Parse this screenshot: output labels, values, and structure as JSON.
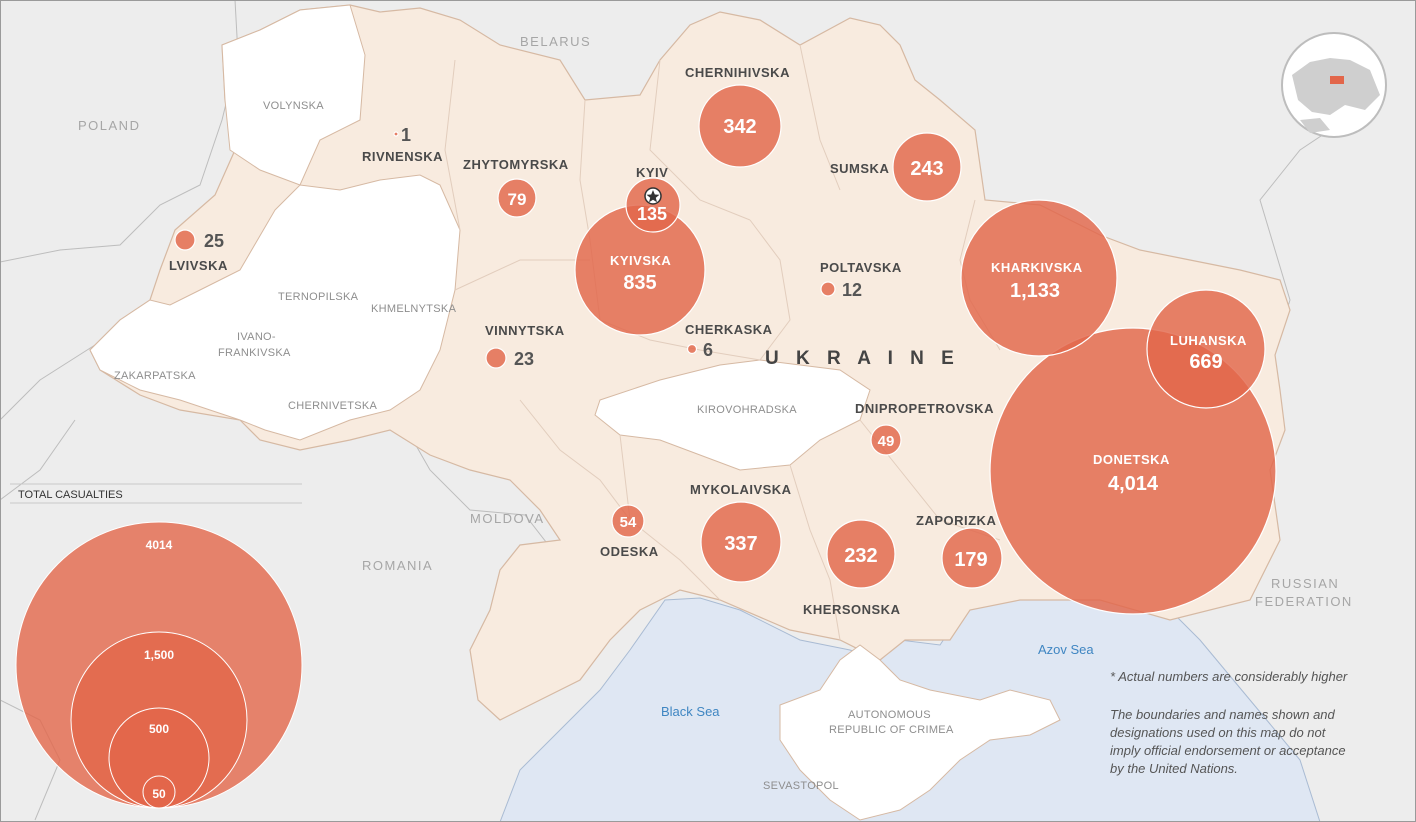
{
  "map": {
    "country_name": "U K R A I N E",
    "neighbors": {
      "belarus": "BELARUS",
      "poland": "POLAND",
      "moldova": "MOLDOVA",
      "romania": "ROMANIA",
      "russia_line1": "RUSSIAN",
      "russia_line2": "FEDERATION"
    },
    "seas": {
      "black": "Black Sea",
      "azov": "Azov Sea"
    },
    "regions": {
      "volynska": "VOLYNSKA",
      "rivnenska": "RIVNENSKA",
      "zhytomyrska": "ZHYTOMYRSKA",
      "kyiv": "KYIV",
      "kyivska": "KYIVSKA",
      "chernihivska": "CHERNIHIVSKA",
      "sumska": "SUMSKA",
      "kharkivska": "KHARKIVSKA",
      "luhanska": "LUHANSKA",
      "donetska": "DONETSKA",
      "poltavska": "POLTAVSKA",
      "cherkaska": "CHERKASKA",
      "vinnytska": "VINNYTSKA",
      "lvivska": "LVIVSKA",
      "ternopilska": "TERNOPILSKA",
      "khmelnytska": "KHMELNYTSKA",
      "ivano_line1": "IVANO-",
      "ivano_line2": "FRANKIVSKA",
      "zakarpatska": "ZAKARPATSKA",
      "chernivetska": "CHERNIVETSKA",
      "kirovohradska": "KIROVOHRADSKA",
      "dnipropetrovska": "DNIPROPETROVSKA",
      "mykolaivska": "MYKOLAIVSKA",
      "odeska": "ODESKA",
      "khersonska": "KHERSONSKA",
      "zaporizka": "ZAPORIZKA",
      "crimea_line1": "AUTONOMOUS",
      "crimea_line2": "REPUBLIC OF CRIMEA",
      "sevastopol": "SEVASTOPOL"
    },
    "casualties": {
      "rivnenska": "1",
      "zhytomyrska": "79",
      "kyiv": "135",
      "kyivska": "835",
      "chernihivska": "342",
      "sumska": "243",
      "kharkivska": "1,133",
      "luhanska": "669",
      "donetska": "4,014",
      "poltavska": "12",
      "cherkaska": "6",
      "vinnytska": "23",
      "lvivska": "25",
      "dnipropetrovska": "49",
      "mykolaivska": "337",
      "odeska": "54",
      "khersonska": "232",
      "zaporizka": "179"
    },
    "legend": {
      "title": "TOTAL CASUALTIES",
      "values": [
        "4014",
        "1,500",
        "500",
        "50"
      ]
    },
    "notes": {
      "asterisk": "* Actual numbers are considerably higher",
      "disclaimer_1": "The boundaries and names shown and",
      "disclaimer_2": "designations used on this map do not",
      "disclaimer_3": "imply official endorsement or acceptance",
      "disclaimer_4": "by the United Nations."
    },
    "colors": {
      "bubble": "#e2664a",
      "ukraine_fill": "#f8ebdf",
      "unmarked_region": "#ffffff",
      "sea": "#dfe7f3",
      "neighbor_land": "#eeeeee"
    }
  }
}
